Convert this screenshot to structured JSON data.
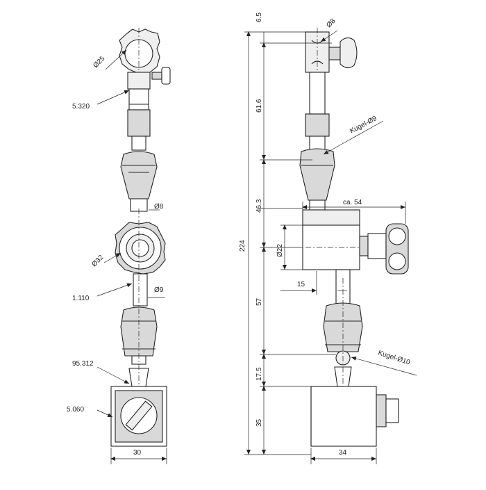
{
  "left_view": {
    "labels": {
      "dia25": "Ø25",
      "part_5320": "5.320",
      "dia8": "Ø8",
      "dia32": "Ø32",
      "part_1110": "1.110",
      "dia9": "Ø9",
      "part_95312": "95.312",
      "part_5060": "5.060",
      "width30": "30"
    }
  },
  "right_view": {
    "labels": {
      "dim_65": "6.5",
      "dia8_top": "Ø8",
      "dim_616": "61.6",
      "kugel9": "Kugel-Ø9",
      "dim_463": "46.3",
      "ca54": "ca. 54",
      "total224": "224",
      "dia22": "Ø22",
      "dim_15": "15",
      "dim_57": "57",
      "kugel10": "Kugel-Ø10",
      "dim_175": "17.5",
      "dim_35": "35",
      "width34": "34"
    }
  }
}
